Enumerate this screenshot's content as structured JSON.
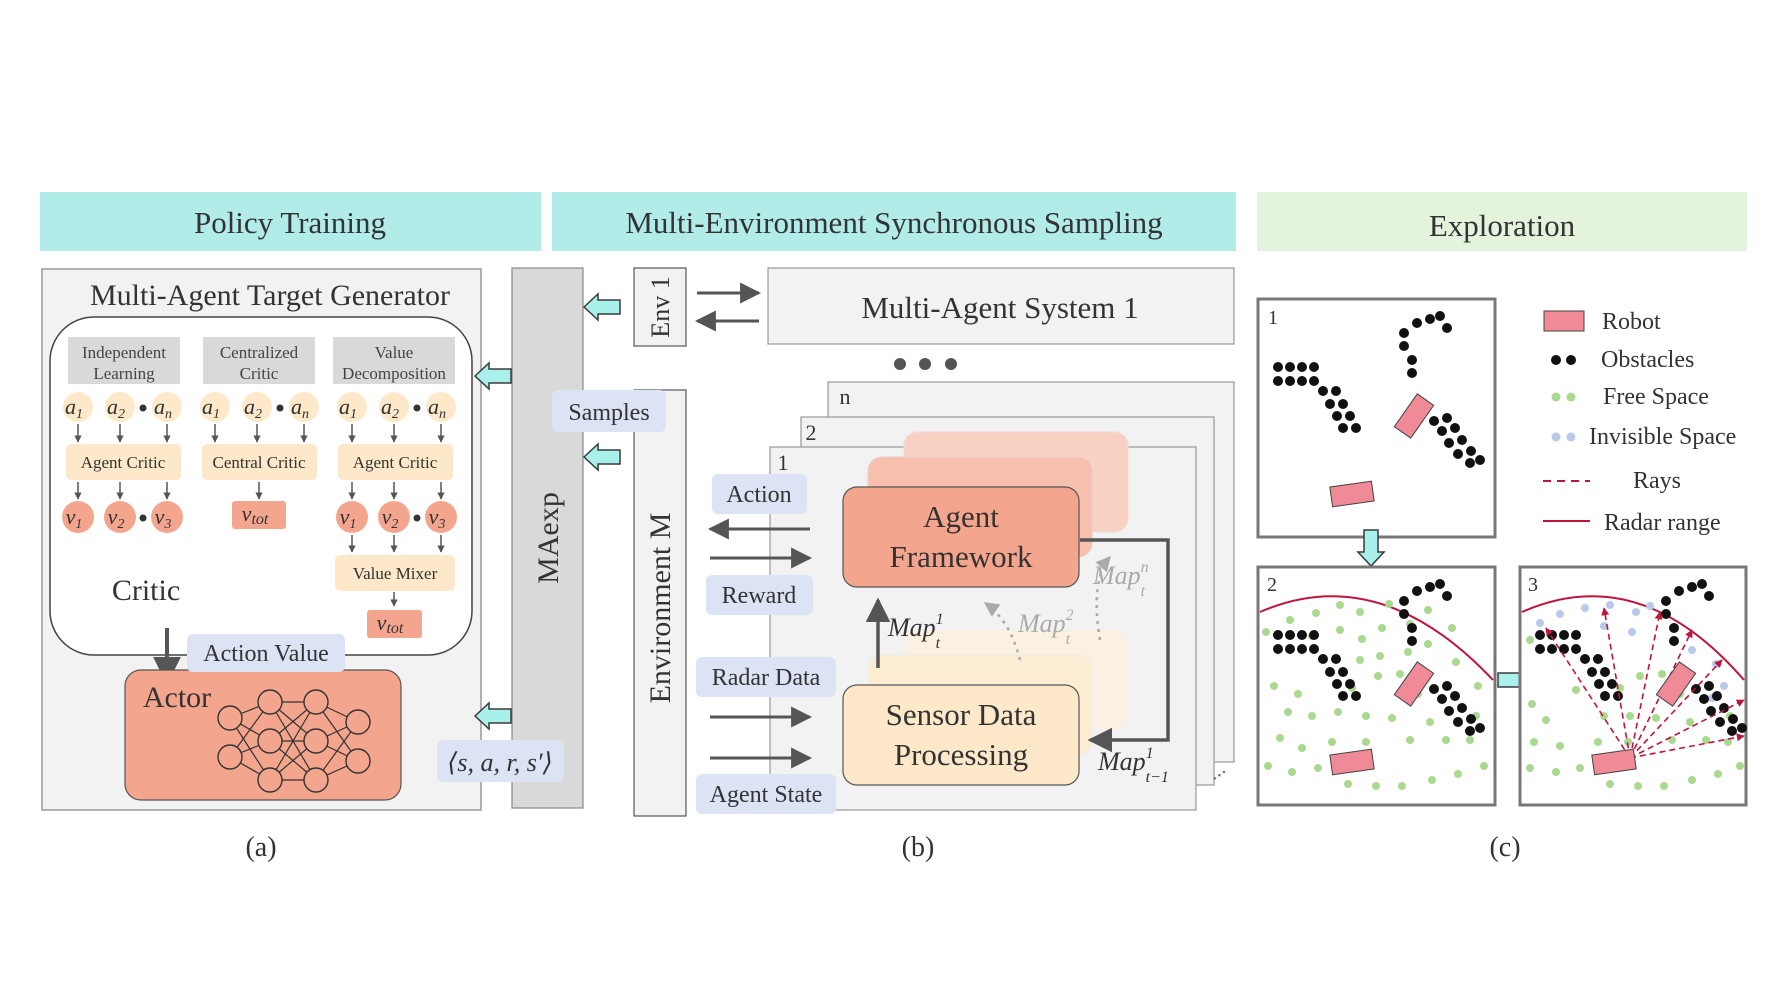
{
  "headers": {
    "policy": "Policy Training",
    "sampling": "Multi-Environment Synchronous Sampling",
    "exploration": "Exploration"
  },
  "policy": {
    "generator_title": "Multi-Agent Target Generator",
    "columns": [
      {
        "title1": "Independent",
        "title2": "Learning",
        "critic": "Agent Critic"
      },
      {
        "title1": "Centralized",
        "title2": "Critic",
        "critic": "Central Critic"
      },
      {
        "title1": "Value",
        "title2": "Decomposition",
        "critic": "Agent Critic"
      }
    ],
    "actions": {
      "a1": "a",
      "a2": "a",
      "an": "a",
      "sub1": "1",
      "sub2": "2",
      "subn": "n"
    },
    "values": {
      "v": "v",
      "sub1": "1",
      "sub2": "2",
      "sub3": "3"
    },
    "vtot": {
      "main": "v",
      "sub": "tot"
    },
    "value_mixer": "Value Mixer",
    "critic_label": "Critic",
    "action_value": "Action Value",
    "actor_label": "Actor",
    "maexp": "MAexp",
    "transition": "⟨s, a, r, s′⟩"
  },
  "sampling": {
    "env1": "Env 1",
    "mas1": "Multi-Agent System 1",
    "envm": "Environment M",
    "samples": "Samples",
    "layer_labels": [
      "1",
      "2",
      "n"
    ],
    "io": {
      "action": "Action",
      "reward": "Reward",
      "radar": "Radar Data",
      "state": "Agent State"
    },
    "agent_framework": [
      "Agent",
      "Framework"
    ],
    "sensor": [
      "Sensor Data",
      "Processing"
    ],
    "maps": {
      "map": "Map",
      "t1_sup": "1",
      "t1_sub": "t",
      "t2_sup": "2",
      "t2_sub": "t",
      "tn_sup": "n",
      "tn_sub": "t",
      "prev_sup": "1",
      "prev_sub": "t−1"
    }
  },
  "exploration": {
    "panels": [
      "1",
      "2",
      "3"
    ],
    "legend": {
      "robot": "Robot",
      "obstacles": "Obstacles",
      "free": "Free Space",
      "invisible": "Invisible Space",
      "rays": "Rays",
      "radar": "Radar range"
    }
  },
  "captions": {
    "a": "(a)",
    "b": "(b)",
    "c": "(c)"
  },
  "colors": {
    "header_teal": "#b2ece9",
    "header_green": "#e4f3dc",
    "gray_box": "#d9d9d9",
    "light_gray": "#f2f2f2",
    "salmon": "#f4a58e",
    "peach": "#fde9c9",
    "lavender": "#dbe3f5",
    "cyan_arrow": "#a8f0ec",
    "obstacle": "#111111",
    "free": "#a9d98f",
    "invisible": "#b9c9ec",
    "robot": "#ef8a96",
    "radar": "#c0143c"
  }
}
